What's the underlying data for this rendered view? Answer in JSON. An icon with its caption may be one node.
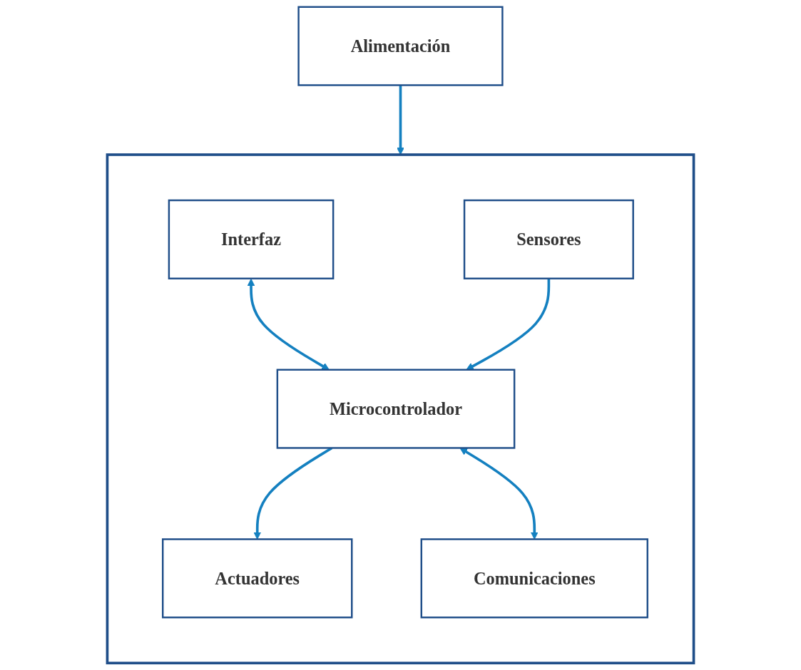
{
  "diagram": {
    "nodes": [
      {
        "text": [
          "Alimentación"
        ]
      },
      {
        "text": [],
        "shape": "box"
      },
      {
        "text": [
          "Actuadores"
        ],
        "in": 1
      },
      {
        "text": [
          "Interfaz"
        ],
        "in": 1
      },
      {
        "text": [
          "Microcontrolador"
        ],
        "in": 1
      },
      {
        "text": [
          "Sensores"
        ],
        "in": 1
      },
      {
        "text": [
          "Comunicaciones"
        ],
        "in": 1
      }
    ],
    "edges": [
      {
        "from": 0,
        "to": 1,
        "arrow": "to"
      },
      {
        "from": 4,
        "to": 2,
        "arrow": "to"
      },
      {
        "from": 3,
        "to": 4,
        "arrow": "both"
      },
      {
        "from": 5,
        "to": 4,
        "arrow": "to"
      },
      {
        "from": 4,
        "to": 6,
        "arrow": "both"
      }
    ]
  }
}
